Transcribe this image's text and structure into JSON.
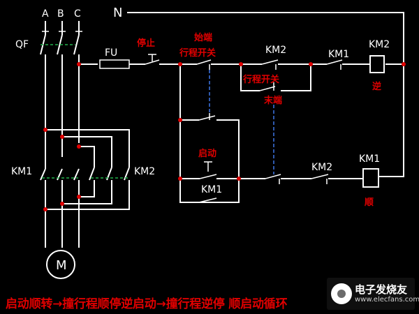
{
  "labels": {
    "phase_a": "A",
    "phase_b": "B",
    "phase_c": "C",
    "neutral": "N",
    "breaker": "QF",
    "fuse": "FU",
    "stop": "停止",
    "start_limit": "始端",
    "limit_switch_top": "行程开关",
    "km2_top": "KM2",
    "km1_top": "KM1",
    "km2_coil": "KM2",
    "reverse": "逆",
    "limit_switch_mid": "行程开关",
    "end_limit": "末端",
    "start": "启动",
    "km1_hold": "KM1",
    "km2_bottom": "KM2",
    "km1_coil": "KM1",
    "forward": "顺",
    "km1_main": "KM1",
    "km2_main": "KM2",
    "motor": "M"
  },
  "caption": "启动顺转→撞行程顺停逆启动→撞行程逆停 顺启动循环",
  "watermark": {
    "name": "电子发烧友",
    "url": "www.elecfans.com"
  },
  "colors": {
    "background": "#000000",
    "wire": "#ffffff",
    "annotation": "#e00000",
    "mechanical_link": "#3a6fd8",
    "contact_link": "#22b14c"
  }
}
